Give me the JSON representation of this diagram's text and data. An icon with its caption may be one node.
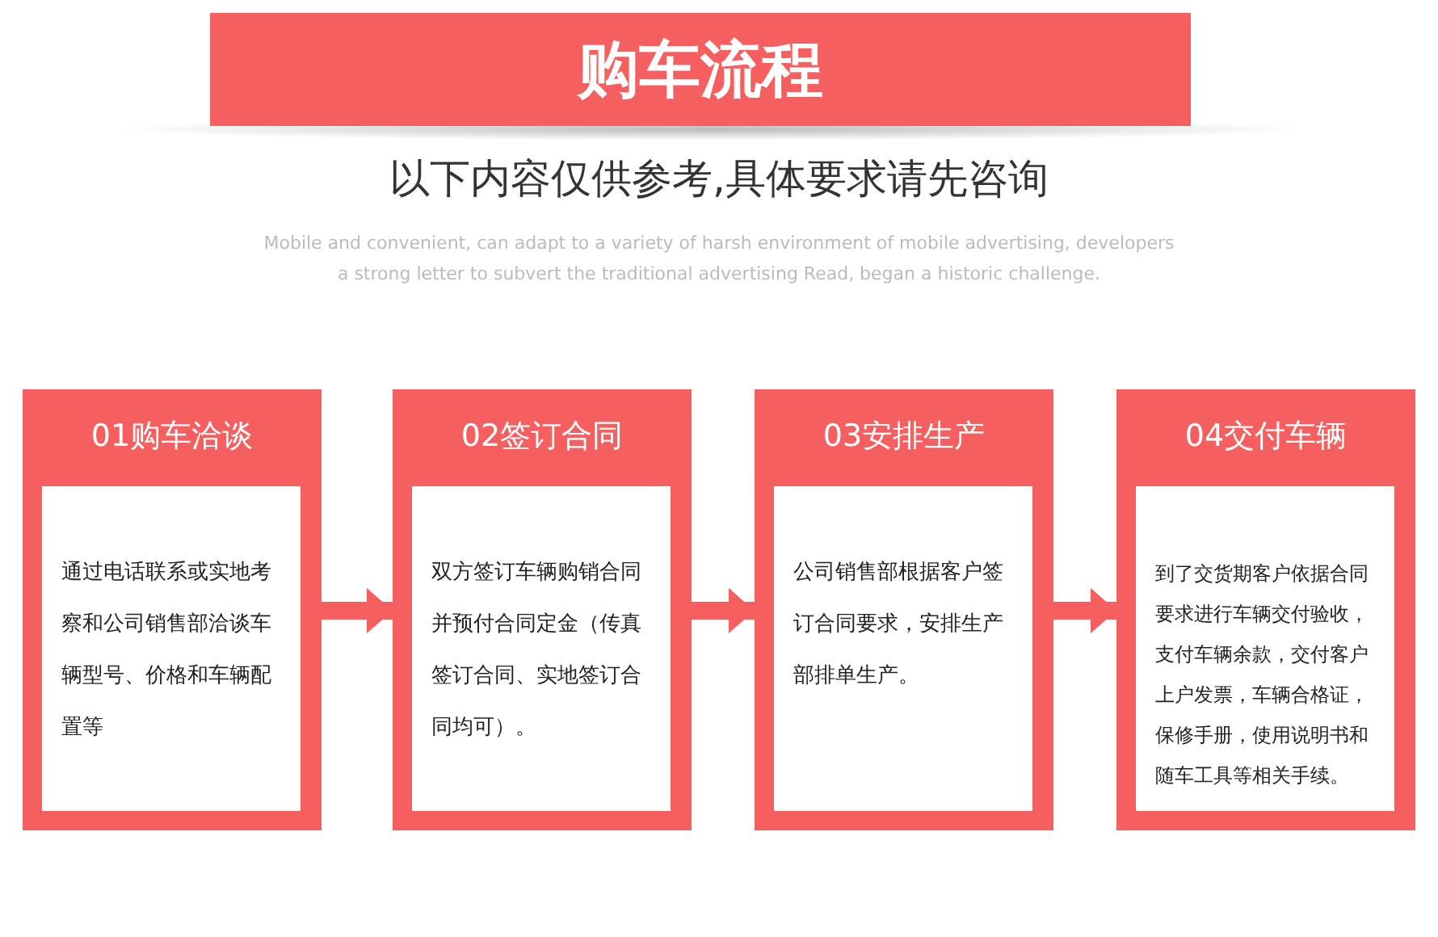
{
  "diagram": {
    "title": "购车流程",
    "nodes": [
      {
        "text": [
          "01购车洽谈",
          "通过电话联系或实地考察和公司销售部洽谈车辆型号、价格和车辆配置等"
        ]
      },
      {
        "text": [
          "02签订合同",
          "双方签订车辆购销合同并预付合同定金（传真签订合同、实地签订合同均可）。"
        ]
      },
      {
        "text": [
          "03安排生产",
          "公司销售部根据客户签订合同要求，安排生产部排单生产。"
        ]
      },
      {
        "text": [
          "04交付车辆",
          "到了交货期客户依据合同要求进行车辆交付验收，支付车辆余款，交付客户上户发票，车辆合格证，保修手册，使用说明书和随车工具等相关手续。"
        ]
      }
    ],
    "edges": [
      {
        "from": 0,
        "to": 1,
        "arrow": "to"
      },
      {
        "from": 1,
        "to": 2,
        "arrow": "to"
      },
      {
        "from": 2,
        "to": 3,
        "arrow": "to"
      }
    ],
    "labels": [
      "以下内容仅供参考,具体要求请先咨询",
      "Mobile and convenient, can adapt to a variety of harsh environment of mobile advertising, developers a strong letter to subvert the traditional advertising Read, began a historic challenge."
    ]
  }
}
